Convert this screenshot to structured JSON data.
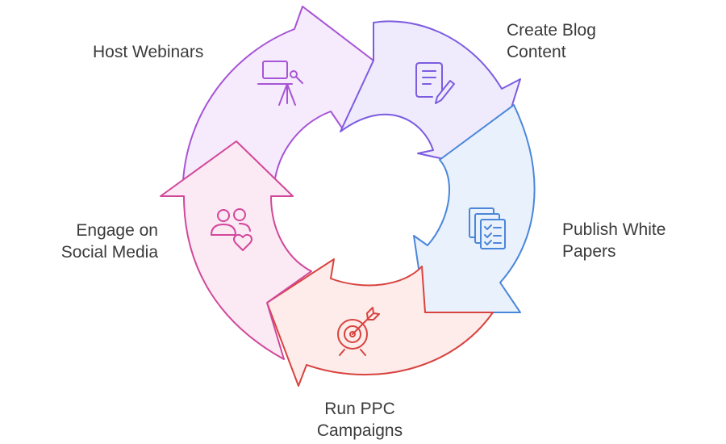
{
  "steps": [
    {
      "id": "blog",
      "lines": [
        "Create Blog",
        "Content"
      ],
      "icon": "document-edit-icon",
      "color": "#7c5ce0",
      "fill": "#efebfc"
    },
    {
      "id": "whitepapers",
      "lines": [
        "Publish White",
        "Papers"
      ],
      "icon": "checklist-documents-icon",
      "color": "#4a86d9",
      "fill": "#e9f1fc"
    },
    {
      "id": "ppc",
      "lines": [
        "Run PPC",
        "Campaigns"
      ],
      "icon": "target-arrow-icon",
      "color": "#d8433f",
      "fill": "#fdecea"
    },
    {
      "id": "social",
      "lines": [
        "Engage on",
        "Social Media"
      ],
      "icon": "people-heart-icon",
      "color": "#d2479a",
      "fill": "#fbe9f4"
    },
    {
      "id": "webinars",
      "lines": [
        "Host Webinars"
      ],
      "icon": "presentation-screen-icon",
      "color": "#a754d6",
      "fill": "#f6ebfc"
    }
  ]
}
